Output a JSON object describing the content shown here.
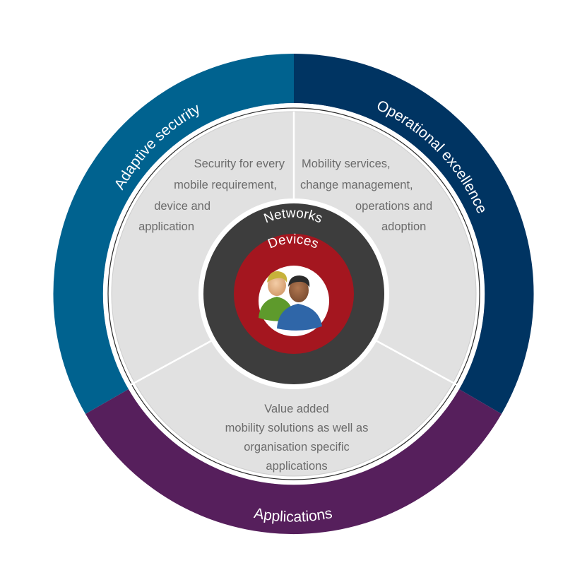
{
  "diagram": {
    "outer_ring": {
      "adaptive_security": {
        "label": "Adaptive security",
        "color": "#00628f"
      },
      "operational_excellence": {
        "label": "Operational excellence",
        "color": "#003462"
      },
      "applications": {
        "label": "Applications",
        "color": "#561f5c"
      }
    },
    "segments": {
      "security": [
        "Security for every",
        "mobile requirement,",
        "device and",
        "application"
      ],
      "operations": [
        "Mobility services,",
        "change management,",
        "operations and",
        "adoption"
      ],
      "applications": [
        "Value added",
        "mobility solutions as well as",
        "organisation specific",
        "applications"
      ],
      "fill": "#e1e1e1"
    },
    "core": {
      "networks": {
        "label": "Networks",
        "color": "#3d3d3d"
      },
      "devices": {
        "label": "Devices",
        "color": "#a4161f"
      },
      "icon": "people-icon"
    }
  }
}
